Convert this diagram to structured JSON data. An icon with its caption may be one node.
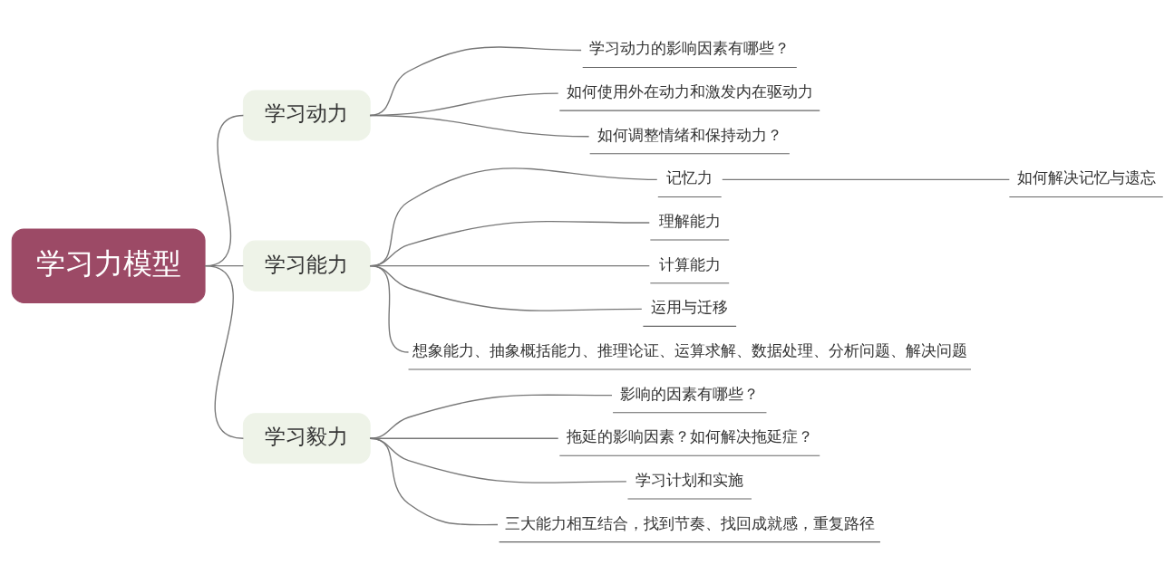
{
  "diagram": {
    "nodes": [
      {
        "text": [
          "学习力模型"
        ]
      },
      {
        "text": [
          "学习动力"
        ]
      },
      {
        "text": [
          "学习动力的影响因素有哪些？"
        ]
      },
      {
        "text": [
          "如何使用外在动力和激发内在驱动力"
        ]
      },
      {
        "text": [
          "如何调整情绪和保持动力？"
        ]
      },
      {
        "text": [
          "学习能力"
        ]
      },
      {
        "text": [
          "记忆力"
        ]
      },
      {
        "text": [
          "如何解决记忆与遗忘"
        ]
      },
      {
        "text": [
          "理解能力"
        ]
      },
      {
        "text": [
          "计算能力"
        ]
      },
      {
        "text": [
          "运用与迁移"
        ]
      },
      {
        "text": [
          "想象能力、抽象概括能力、推理论证、运算求解、数据处理、分析问题、解决问题"
        ]
      },
      {
        "text": [
          "学习毅力"
        ]
      },
      {
        "text": [
          "影响的因素有哪些？"
        ]
      },
      {
        "text": [
          "拖延的影响因素？如何解决拖延症？"
        ]
      },
      {
        "text": [
          "学习计划和实施"
        ]
      },
      {
        "text": [
          "三大能力相互结合，找到节奏、找回成就感，重复路径"
        ]
      }
    ],
    "edges": [
      {
        "from": 0,
        "to": 1,
        "arrow": "none"
      },
      {
        "from": 1,
        "to": 2,
        "arrow": "none"
      },
      {
        "from": 1,
        "to": 3,
        "arrow": "none"
      },
      {
        "from": 1,
        "to": 4,
        "arrow": "none"
      },
      {
        "from": 0,
        "to": 5,
        "arrow": "none"
      },
      {
        "from": 5,
        "to": 6,
        "arrow": "none"
      },
      {
        "from": 6,
        "to": 7,
        "arrow": "none"
      },
      {
        "from": 5,
        "to": 8,
        "arrow": "none"
      },
      {
        "from": 5,
        "to": 9,
        "arrow": "none"
      },
      {
        "from": 5,
        "to": 10,
        "arrow": "none"
      },
      {
        "from": 5,
        "to": 11,
        "arrow": "none"
      },
      {
        "from": 0,
        "to": 12,
        "arrow": "none"
      },
      {
        "from": 12,
        "to": 13,
        "arrow": "none"
      },
      {
        "from": 12,
        "to": 14,
        "arrow": "none"
      },
      {
        "from": 12,
        "to": 15,
        "arrow": "none"
      },
      {
        "from": 12,
        "to": 16,
        "arrow": "none"
      }
    ]
  }
}
